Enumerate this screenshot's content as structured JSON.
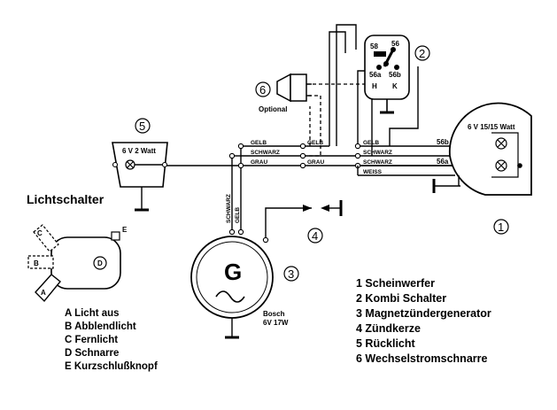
{
  "title": "Lichtschalter",
  "optional_label": "Optional",
  "generator": {
    "letter": "G",
    "maker": "Bosch",
    "rating": "6V 17W"
  },
  "headlamp_rating": "6 V 15/15 Watt",
  "taillamp_rating": "6 V  2 Watt",
  "switch_terminals": [
    "58",
    "56",
    "56a",
    "56b",
    "H",
    "K"
  ],
  "headlamp_terminals": [
    "56b",
    "56a"
  ],
  "wire_colors": {
    "gelb": "GELB",
    "schwarz": "SCHWARZ",
    "schwarz_alt": "SCHWARZ",
    "grau": "GRAU",
    "weiss": "WEISS",
    "vertical_schwarz": "SCHWARZ",
    "vertical_gelb": "GELB"
  },
  "markers": [
    "1",
    "2",
    "3",
    "4",
    "5",
    "6"
  ],
  "switch_positions": [
    "A",
    "B",
    "C",
    "D",
    "E"
  ],
  "switch_legend": [
    "A Licht aus",
    "B Abblendlicht",
    "C Fernlicht",
    "D Schnarre",
    "E Kurzschlußknopf"
  ],
  "component_legend": [
    "1 Scheinwerfer",
    "2 Kombi Schalter",
    "3 Magnetzündergenerator",
    "4 Zündkerze",
    "5 Rücklicht",
    "6 Wechselstromschnarre"
  ]
}
